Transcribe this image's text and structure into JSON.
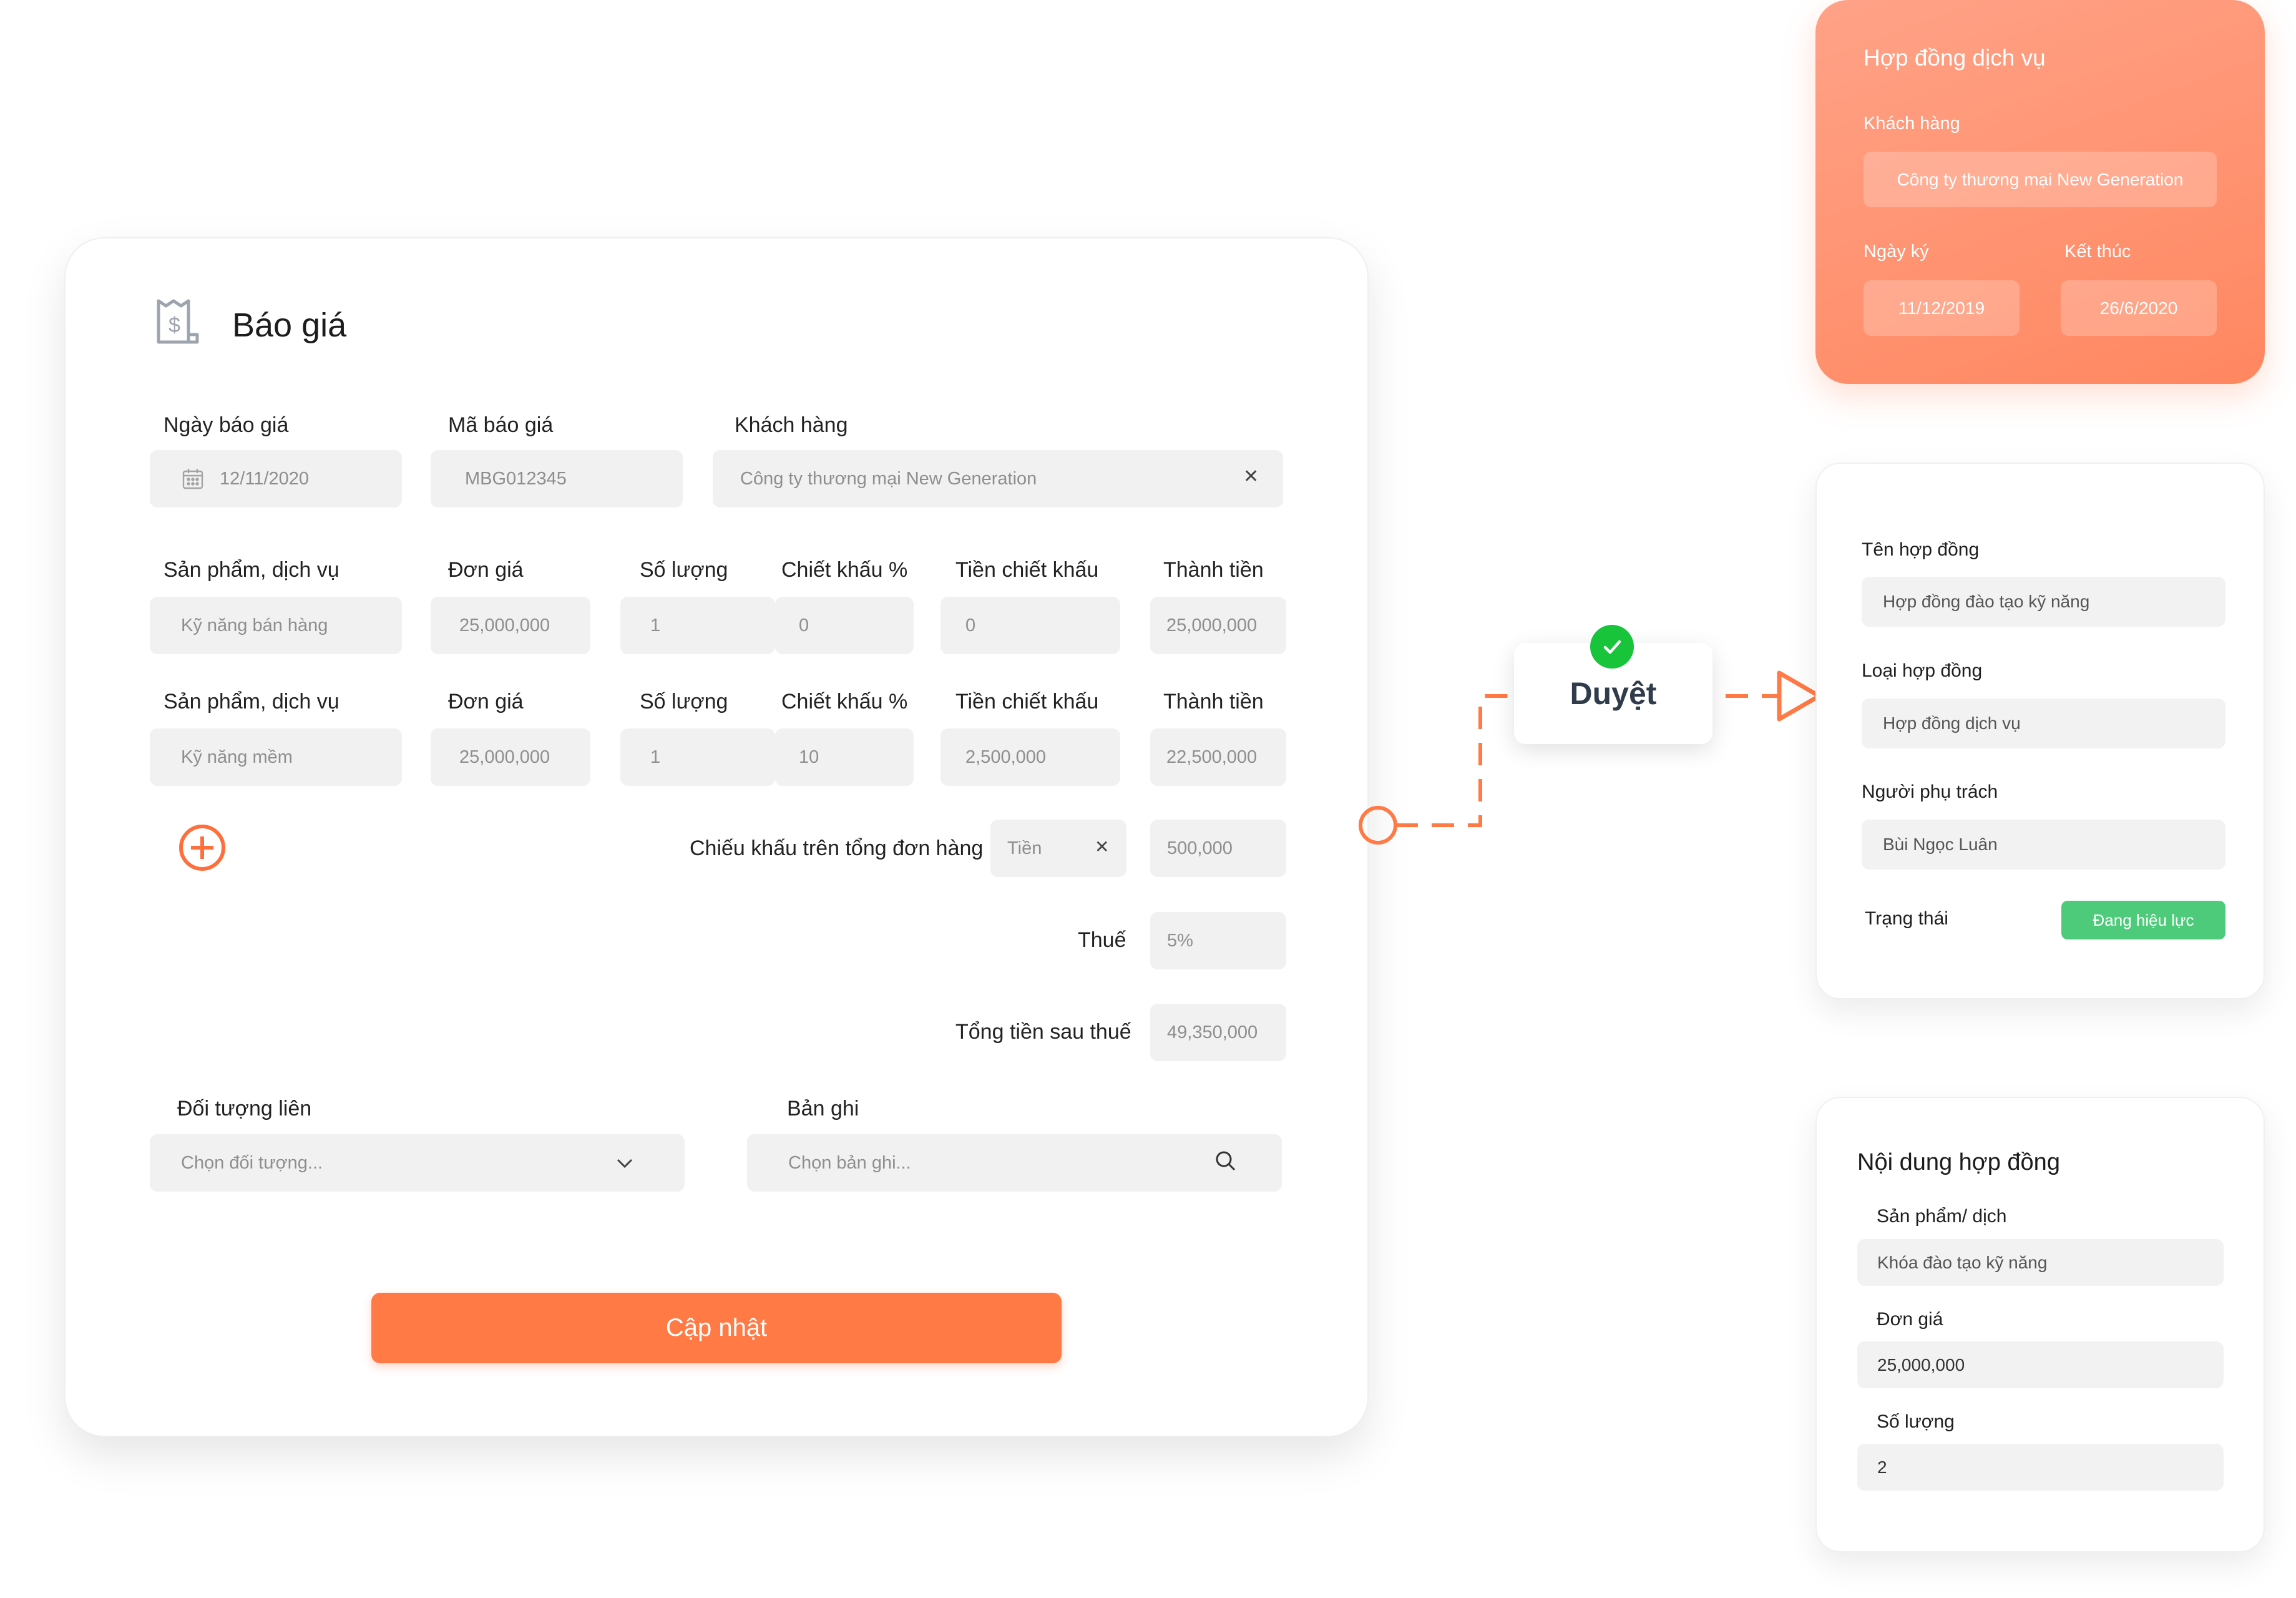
{
  "quote": {
    "title": "Báo giá",
    "date_label": "Ngày báo giá",
    "date_value": "12/11/2020",
    "code_label": "Mã báo giá",
    "code_value": "MBG012345",
    "customer_label": "Khách hàng",
    "customer_value": "Công ty thương mại New Generation",
    "columns": [
      "Sản phẩm, dịch vụ",
      "Đơn giá",
      "Số lượng",
      "Chiết khấu %",
      "Tiền chiết khấu",
      "Thành tiền"
    ],
    "rows": [
      {
        "product": "Kỹ năng bán hàng",
        "price": "25,000,000",
        "qty": "1",
        "disc_pct": "0",
        "disc_amt": "0",
        "total": "25,000,000"
      },
      {
        "product": "Kỹ năng mềm",
        "price": "25,000,000",
        "qty": "1",
        "disc_pct": "10",
        "disc_amt": "2,500,000",
        "total": "22,500,000"
      }
    ],
    "order_discount_label": "Chiếu khấu trên tổng đơn hàng",
    "order_discount_type": "Tiền",
    "order_discount_value": "500,000",
    "tax_label": "Thuế",
    "tax_value": "5%",
    "total_label": "Tổng tiền sau thuế",
    "total_value": "49,350,000",
    "related_label": "Đối tượng liên",
    "related_placeholder": "Chọn đối tượng...",
    "record_label": "Bản ghi",
    "record_placeholder": "Chọn bản ghi...",
    "update_button": "Cập nhật"
  },
  "approve": {
    "label": "Duyệt"
  },
  "contract_service": {
    "title": "Hợp đồng dịch vụ",
    "customer_label": "Khách hàng",
    "customer_value": "Công ty thương mại New Generation",
    "sign_label": "Ngày ký",
    "sign_value": "11/12/2019",
    "end_label": "Kết thúc",
    "end_value": "26/6/2020"
  },
  "contract_info": {
    "name_label": "Tên hợp đồng",
    "name_value": "Hợp đồng đào tạo kỹ năng",
    "type_label": "Loại hợp đồng",
    "type_value": "Hợp đồng dịch vụ",
    "owner_label": "Người phụ trách",
    "owner_value": "Bùi Ngọc Luân",
    "status_label": "Trạng thái",
    "status_value": "Đang hiệu lực"
  },
  "contract_content": {
    "title": "Nội dung hợp đồng",
    "product_label": "Sản phẩm/ dịch",
    "product_value": "Khóa đào tạo kỹ năng",
    "price_label": "Đơn giá",
    "price_value": "25,000,000",
    "qty_label": "Số lượng",
    "qty_value": "2"
  },
  "colors": {
    "accent": "#ff7a45",
    "status_green": "#4dcb7a",
    "check_green": "#17c43a"
  }
}
